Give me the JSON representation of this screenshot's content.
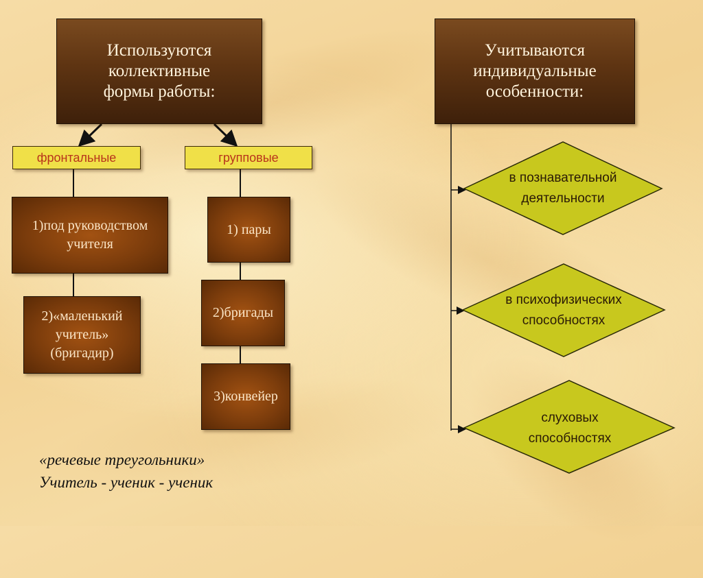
{
  "left_header": {
    "lines": [
      "Используются",
      "коллективные",
      "формы работы:"
    ]
  },
  "right_header": {
    "lines": [
      "Учитываются",
      "индивидуальные",
      "особенности:"
    ]
  },
  "frontal": {
    "label": "фронтальные",
    "items": [
      {
        "lines": [
          "1)под руководством",
          "учителя"
        ]
      },
      {
        "lines": [
          "2)«маленький",
          "учитель»",
          "(бригадир)"
        ]
      }
    ]
  },
  "group": {
    "label": "групповые",
    "items": [
      {
        "lines": [
          "1) пары"
        ]
      },
      {
        "lines": [
          "2)бригады"
        ]
      },
      {
        "lines": [
          "3)конвейер"
        ]
      }
    ]
  },
  "features": [
    {
      "lines": [
        "в познавательной",
        "деятельности"
      ]
    },
    {
      "lines": [
        "в психофизических",
        "способностях"
      ]
    },
    {
      "lines": [
        "слуховых",
        "способностях"
      ]
    }
  ],
  "note": {
    "line1": "«речевые треугольники»",
    "line2": "Учитель - ученик - ученик"
  },
  "colors": {
    "header": "#5e3412",
    "tag": "#f0e048",
    "tag_text": "#b8341c",
    "item": "#7d3d0c",
    "diamond": "#c8c81e"
  }
}
